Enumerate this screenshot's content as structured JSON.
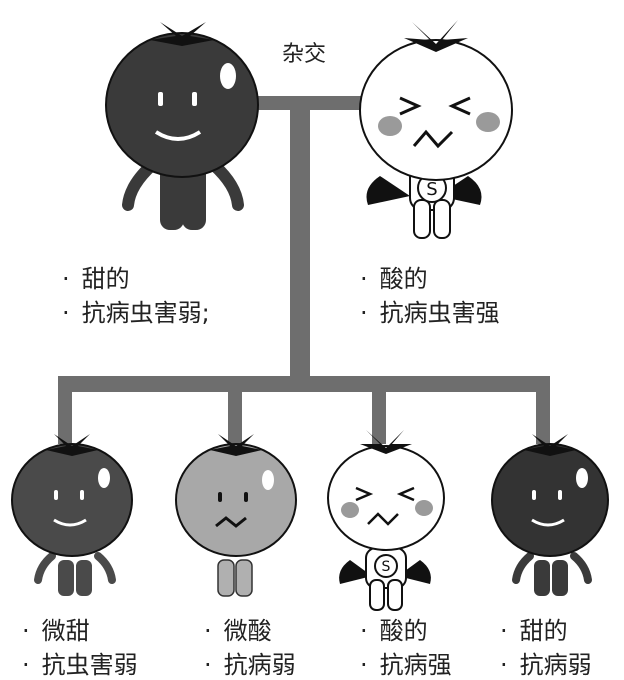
{
  "cross_label": "杂交",
  "parents": [
    {
      "traits": [
        "甜的",
        "抗病虫害弱;"
      ],
      "face": "smile",
      "shade": "dark"
    },
    {
      "traits": [
        "酸的",
        "抗病虫害强"
      ],
      "face": "sour-hero",
      "shade": "white",
      "badge": "S"
    }
  ],
  "offspring": [
    {
      "traits": [
        "微甜",
        "抗虫害弱"
      ],
      "face": "smile",
      "shade": "dark"
    },
    {
      "traits": [
        "微酸",
        "抗病弱"
      ],
      "face": "frown",
      "shade": "gray"
    },
    {
      "traits": [
        "酸的",
        "抗病强"
      ],
      "face": "sour-hero",
      "shade": "white",
      "badge": "S"
    },
    {
      "traits": [
        "甜的",
        "抗病弱"
      ],
      "face": "smile",
      "shade": "dark"
    }
  ],
  "colors": {
    "dark": "#3a3a3a",
    "gray": "#9a9a9a",
    "white": "#ffffff",
    "line": "#6e6e6e",
    "cheek": "#9a9a9a"
  }
}
